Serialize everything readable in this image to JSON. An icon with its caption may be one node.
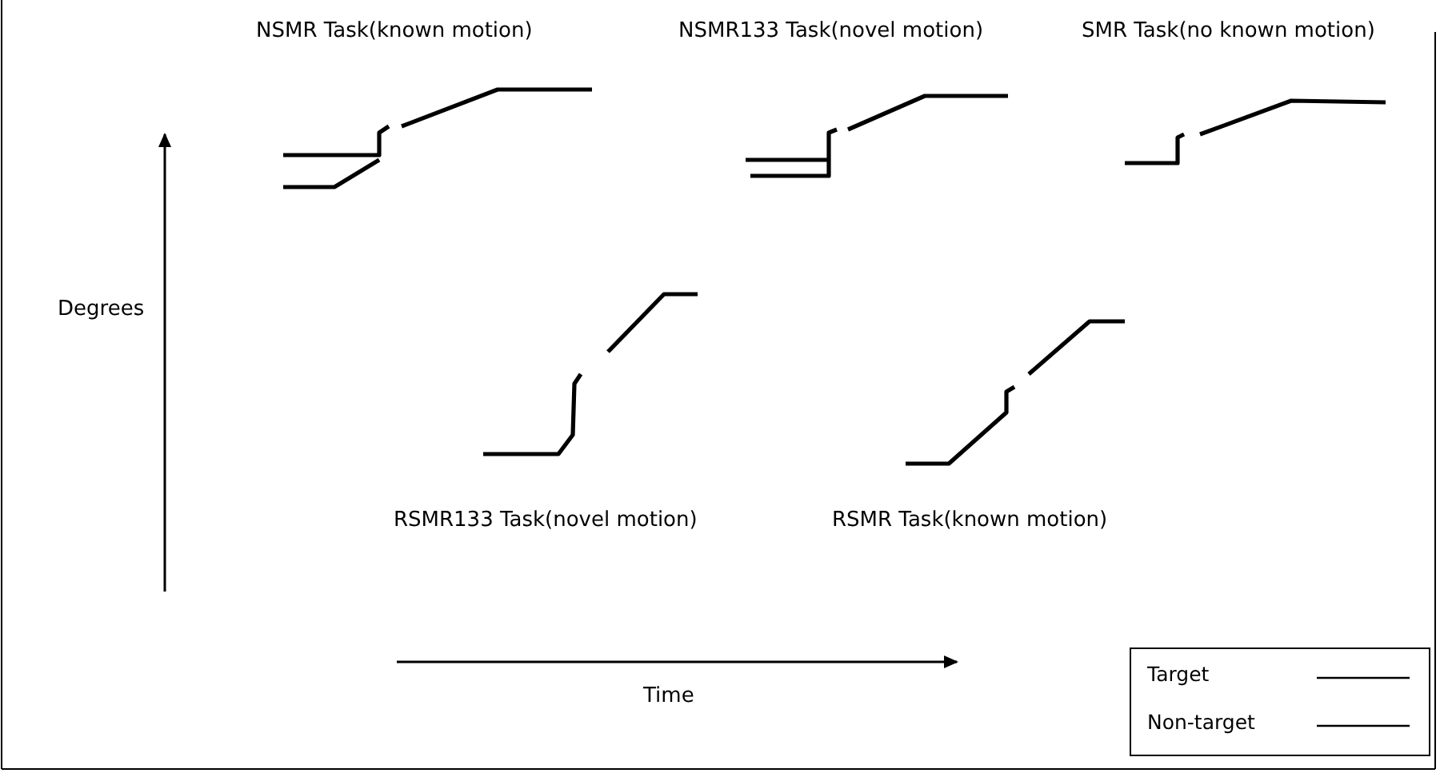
{
  "diagram": {
    "labels": [
      "NSMR Task(known motion)",
      "NSMR133 Task(novel motion)",
      "SMR Task(no known motion)",
      "Degrees",
      "RSMR133 Task(novel motion)",
      "RSMR Task(known motion)",
      "Time"
    ],
    "legend": [
      {
        "text": "Target"
      },
      {
        "text": "Non-target"
      }
    ]
  }
}
